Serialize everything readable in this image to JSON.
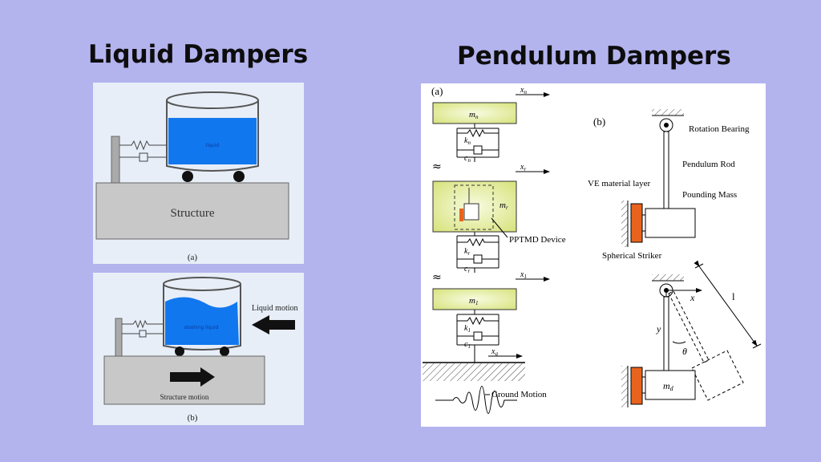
{
  "headings": {
    "liquid": "Liquid Dampers",
    "pendulum": "Pendulum Dampers"
  },
  "liquid_a": {
    "tank_label": "liquid",
    "structure_label": "Structure",
    "caption": "(a)"
  },
  "liquid_b": {
    "tank_label": "sloshing liquid",
    "liquid_motion": "Liquid motion",
    "structure_motion": "Structure motion",
    "caption": "(b)"
  },
  "pend_a": {
    "panel_label": "(a)",
    "x_n": "x",
    "x_n_sub": "n",
    "m_n": "m",
    "m_n_sub": "n",
    "k_n": "k",
    "k_n_sub": "n",
    "c_n": "c",
    "c_n_sub": "n",
    "x_r": "x",
    "x_r_sub": "r",
    "m_r": "m",
    "m_r_sub": "r",
    "device": "PPTMD Device",
    "k_r": "k",
    "k_r_sub": "r",
    "c_r": "c",
    "c_r_sub": "r",
    "x_1": "x",
    "x_1_sub": "1",
    "m_1": "m",
    "m_1_sub": "1",
    "k_1": "k",
    "k_1_sub": "1",
    "c_1": "c",
    "c_1_sub": "1",
    "x_g": "x",
    "x_g_sub": "g",
    "ground_motion": "Ground Motion"
  },
  "pend_b": {
    "panel_label": "(b)",
    "rotation_bearing": "Rotation Bearing",
    "pendulum_rod": "Pendulum Rod",
    "ve_layer": "VE material layer",
    "pounding_mass": "Pounding Mass",
    "spherical_striker": "Spherical Striker",
    "x_axis": "x",
    "y_axis": "y",
    "length": "l",
    "theta": "θ",
    "m_d": "m",
    "m_d_sub": "d"
  },
  "colors": {
    "background": "#b3b3ee",
    "water": "#1177ee",
    "mass_fill": "#e6ee9c",
    "striker": "#e8641e",
    "slab": "#c8c8c8"
  }
}
